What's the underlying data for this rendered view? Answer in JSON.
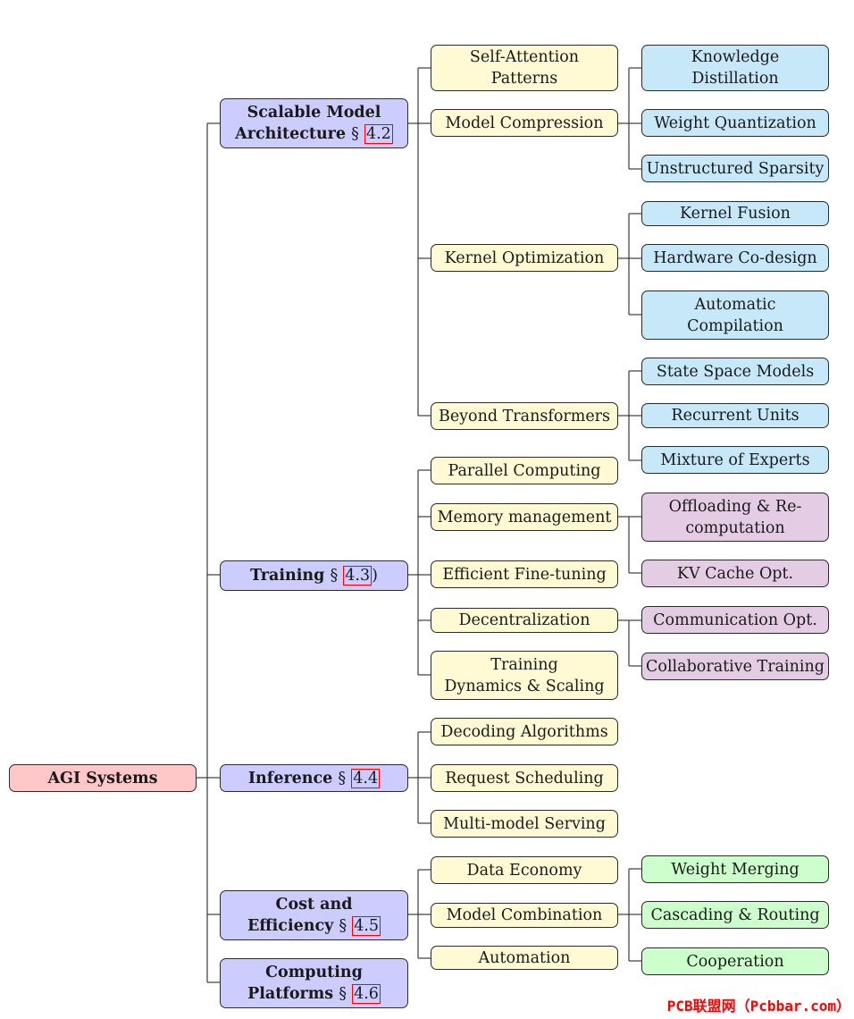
{
  "root": "AGI Systems",
  "categories": [
    {
      "title_line1": "Scalable Model",
      "title_line2": "Architecture",
      "section_symbol": "§",
      "ref": "4.2",
      "ref_suffix": ""
    },
    {
      "title_line1": "Training",
      "title_line2": "",
      "section_symbol": "§",
      "ref": "4.3",
      "ref_suffix": ")"
    },
    {
      "title_line1": "Inference",
      "title_line2": "",
      "section_symbol": "§",
      "ref": "4.4",
      "ref_suffix": ""
    },
    {
      "title_line1": "Cost and",
      "title_line2": "Efficiency",
      "section_symbol": "§",
      "ref": "4.5",
      "ref_suffix": ""
    },
    {
      "title_line1": "Computing",
      "title_line2": "Platforms",
      "section_symbol": "§",
      "ref": "4.6",
      "ref_suffix": ""
    }
  ],
  "architecture": {
    "self_attention": [
      "Self-Attention",
      "Patterns"
    ],
    "model_compression": "Model Compression",
    "knowledge_distillation": [
      "Knowledge",
      "Distillation"
    ],
    "weight_quantization": "Weight Quantization",
    "unstructured_sparsity": "Unstructured Sparsity",
    "kernel_optimization": "Kernel Optimization",
    "kernel_fusion": "Kernel Fusion",
    "hardware_codesign": "Hardware Co-design",
    "automatic_compilation": [
      "Automatic",
      "Compilation"
    ],
    "beyond_transformers": "Beyond Transformers",
    "state_space_models": "State Space Models",
    "recurrent_units": "Recurrent Units",
    "mixture_of_experts": "Mixture of Experts"
  },
  "training": {
    "parallel_computing": "Parallel Computing",
    "memory_management": "Memory management",
    "offloading": [
      "Offloading & Re-",
      "computation"
    ],
    "kv_cache": "KV Cache Opt.",
    "efficient_finetuning": "Efficient Fine-tuning",
    "decentralization": "Decentralization",
    "communication": "Communication Opt.",
    "collaborative": "Collaborative Training",
    "dynamics": [
      "Training",
      "Dynamics & Scaling"
    ]
  },
  "inference": {
    "decoding": "Decoding Algorithms",
    "request_scheduling": "Request Scheduling",
    "multi_model": "Multi-model Serving"
  },
  "cost": {
    "data_economy": "Data Economy",
    "model_combination": "Model Combination",
    "weight_merging": "Weight Merging",
    "cascading": "Cascading & Routing",
    "cooperation": "Cooperation",
    "automation": "Automation"
  },
  "watermark": "PCB联盟网（Pcbbar.com）",
  "colors": {
    "root": "#ffc8c8",
    "category": "#ccccff",
    "level2": "#fffad4",
    "architecture_leaf": "#c7e8f8",
    "training_leaf": "#e5cce5",
    "cost_leaf": "#ccffcc",
    "reference_box": "#ff0000",
    "connector": "#2a2a2a"
  }
}
